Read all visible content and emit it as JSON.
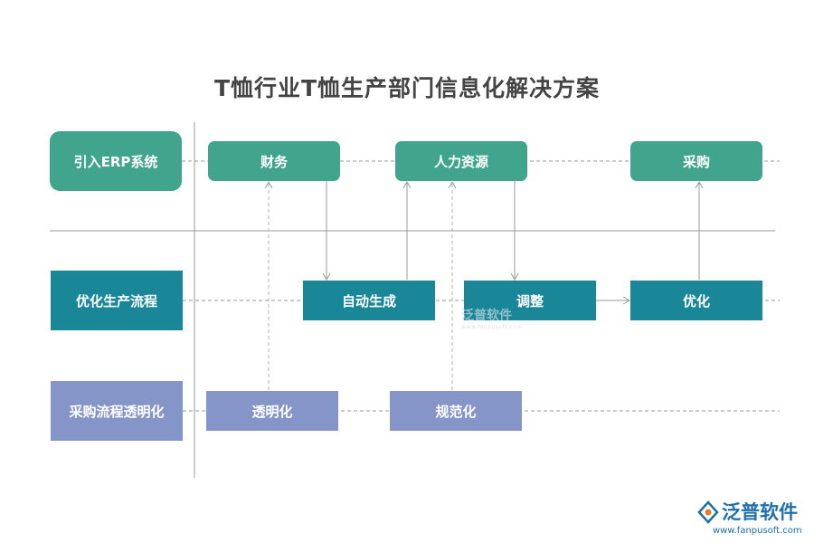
{
  "title": "T恤行业T恤生产部门信息化解决方案",
  "rows": [
    {
      "label": "引入ERP系统"
    },
    {
      "label": "优化生产流程"
    },
    {
      "label": "采购流程透明化"
    }
  ],
  "row1_boxes": [
    "财务",
    "人力资源",
    "采购"
  ],
  "row2_boxes": [
    "自动生成",
    "调整",
    "优化"
  ],
  "row3_boxes": [
    "透明化",
    "规范化"
  ],
  "colors": {
    "green": "#40a58c",
    "teal": "#1a8799",
    "lavender": "#8595c8",
    "logo_blue": "#1d6fae"
  },
  "watermark": {
    "text": "泛普软件",
    "sub": "www.fanpusoft.com"
  },
  "logo": {
    "text": "泛普软件",
    "url": "www.fanpusoft.com"
  }
}
